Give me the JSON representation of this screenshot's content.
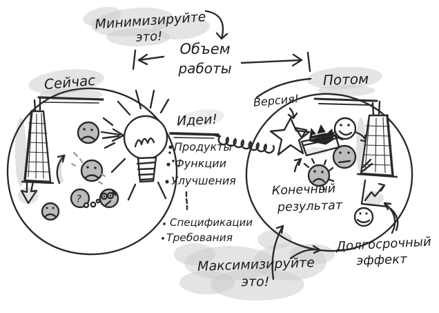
{
  "labels": {
    "minimize": {
      "line1": "Минимизируйте",
      "line2": "это!"
    },
    "work_scope": {
      "line1": "Объем",
      "line2": "работы"
    },
    "now": "Сейчас",
    "later": "Потом",
    "ideas_title": "Идеи!",
    "ideas_items": [
      "Продукты",
      "Функции",
      "Улучшения"
    ],
    "spec_items": [
      "Спецификации",
      "Требования"
    ],
    "version": "Версия!",
    "end_result": {
      "line1": "Конечный",
      "line2": "результат"
    },
    "maximize": {
      "line1": "Максимизируйте",
      "line2": "это!"
    },
    "long_term_effect": {
      "line1": "Долгосрочный",
      "line2": "эффект"
    },
    "face_question_mark": "?"
  },
  "colors": {
    "ink": "#2a2a2a",
    "marker": "#c9c9c9",
    "face_fill": "#bcbcbc",
    "paper": "#ffffff"
  }
}
